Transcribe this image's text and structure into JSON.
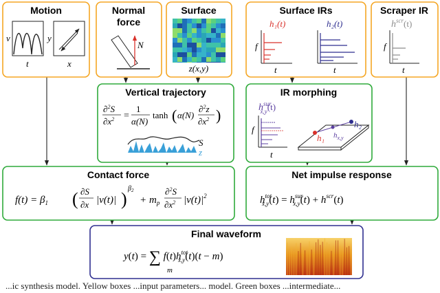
{
  "colors": {
    "orange": "#f5a623",
    "green": "#2eaa3a",
    "blue": "#2e2e8f",
    "red": "#d9312b",
    "purple": "#5b3fa0",
    "gray": "#8c8c8c"
  },
  "boxes": {
    "motion": {
      "title": "Motion",
      "v": "v",
      "t": "t",
      "y": "y",
      "x": "x"
    },
    "normal_force": {
      "title_line1": "Normal",
      "title_line2": "force",
      "N": "N"
    },
    "surface": {
      "title": "Surface",
      "caption": "z(x,y)"
    },
    "surface_irs": {
      "title": "Surface IRs",
      "h1": "h₁(t)",
      "h2": "h₂(t)",
      "f": "f",
      "t1": "t",
      "t2": "t"
    },
    "scraper_ir": {
      "title": "Scraper IR",
      "h": "h",
      "h_sup": "scr",
      "h_arg": "(t)",
      "f": "f",
      "t": "t"
    },
    "vertical_trajectory": {
      "title": "Vertical trajectory",
      "S": "S",
      "z": "z"
    },
    "ir_morphing": {
      "title": "IR morphing",
      "h": "h",
      "h_sup": "sur",
      "h_sub": "x,y",
      "h_arg": "(t)",
      "f": "f",
      "t": "t",
      "h1": "h₁",
      "h2": "h₂",
      "hxy": "h"
    },
    "contact_force": {
      "title": "Contact force"
    },
    "net_impulse_response": {
      "title": "Net impulse response"
    },
    "final_waveform": {
      "title": "Final waveform"
    }
  },
  "caption": "...ic synthesis model. Yellow boxes ...input parameters... model. Green boxes ...intermediate..."
}
